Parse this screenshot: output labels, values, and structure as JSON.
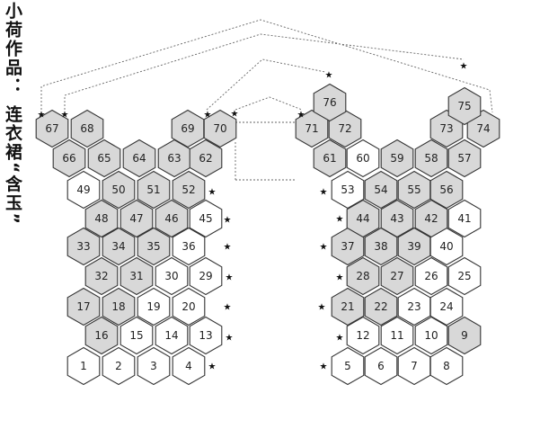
{
  "title": {
    "line1": "小荷作品：",
    "line2": "连衣裙“含玉”"
  },
  "colors": {
    "filled": "#d8d8d8",
    "empty": "#ffffff",
    "stroke": "#333333"
  },
  "star_symbol": "★",
  "left_panel": [
    {
      "n": "1",
      "f": false
    },
    {
      "n": "2",
      "f": false
    },
    {
      "n": "3",
      "f": false
    },
    {
      "n": "4",
      "f": false
    },
    {
      "n": "16",
      "f": true
    },
    {
      "n": "15",
      "f": false
    },
    {
      "n": "14",
      "f": false
    },
    {
      "n": "13",
      "f": false
    },
    {
      "n": "17",
      "f": true
    },
    {
      "n": "18",
      "f": true
    },
    {
      "n": "19",
      "f": false
    },
    {
      "n": "20",
      "f": false
    },
    {
      "n": "32",
      "f": true
    },
    {
      "n": "31",
      "f": true
    },
    {
      "n": "30",
      "f": false
    },
    {
      "n": "29",
      "f": false
    },
    {
      "n": "33",
      "f": true
    },
    {
      "n": "34",
      "f": true
    },
    {
      "n": "35",
      "f": true
    },
    {
      "n": "36",
      "f": false
    },
    {
      "n": "48",
      "f": true
    },
    {
      "n": "47",
      "f": true
    },
    {
      "n": "46",
      "f": true
    },
    {
      "n": "45",
      "f": false
    },
    {
      "n": "49",
      "f": false
    },
    {
      "n": "50",
      "f": true
    },
    {
      "n": "51",
      "f": true
    },
    {
      "n": "52",
      "f": true
    },
    {
      "n": "66",
      "f": true
    },
    {
      "n": "65",
      "f": true
    },
    {
      "n": "64",
      "f": true
    },
    {
      "n": "63",
      "f": true
    },
    {
      "n": "62",
      "f": true
    },
    {
      "n": "67",
      "f": true
    },
    {
      "n": "68",
      "f": true
    },
    {
      "n": "69",
      "f": true
    },
    {
      "n": "70",
      "f": true
    }
  ],
  "right_panel": [
    {
      "n": "5",
      "f": false
    },
    {
      "n": "6",
      "f": false
    },
    {
      "n": "7",
      "f": false
    },
    {
      "n": "8",
      "f": false
    },
    {
      "n": "12",
      "f": false
    },
    {
      "n": "11",
      "f": false
    },
    {
      "n": "10",
      "f": false
    },
    {
      "n": "9",
      "f": true
    },
    {
      "n": "21",
      "f": true
    },
    {
      "n": "22",
      "f": true
    },
    {
      "n": "23",
      "f": false
    },
    {
      "n": "24",
      "f": false
    },
    {
      "n": "28",
      "f": true
    },
    {
      "n": "27",
      "f": true
    },
    {
      "n": "26",
      "f": false
    },
    {
      "n": "25",
      "f": false
    },
    {
      "n": "37",
      "f": true
    },
    {
      "n": "38",
      "f": true
    },
    {
      "n": "39",
      "f": true
    },
    {
      "n": "40",
      "f": false
    },
    {
      "n": "44",
      "f": true
    },
    {
      "n": "43",
      "f": true
    },
    {
      "n": "42",
      "f": true
    },
    {
      "n": "41",
      "f": false
    },
    {
      "n": "53",
      "f": false
    },
    {
      "n": "54",
      "f": true
    },
    {
      "n": "55",
      "f": true
    },
    {
      "n": "56",
      "f": true
    },
    {
      "n": "61",
      "f": true
    },
    {
      "n": "60",
      "f": false
    },
    {
      "n": "59",
      "f": true
    },
    {
      "n": "58",
      "f": true
    },
    {
      "n": "57",
      "f": true
    },
    {
      "n": "71",
      "f": true
    },
    {
      "n": "72",
      "f": true
    },
    {
      "n": "73",
      "f": true
    },
    {
      "n": "74",
      "f": true
    },
    {
      "n": "76",
      "f": true
    },
    {
      "n": "75",
      "f": true
    }
  ]
}
